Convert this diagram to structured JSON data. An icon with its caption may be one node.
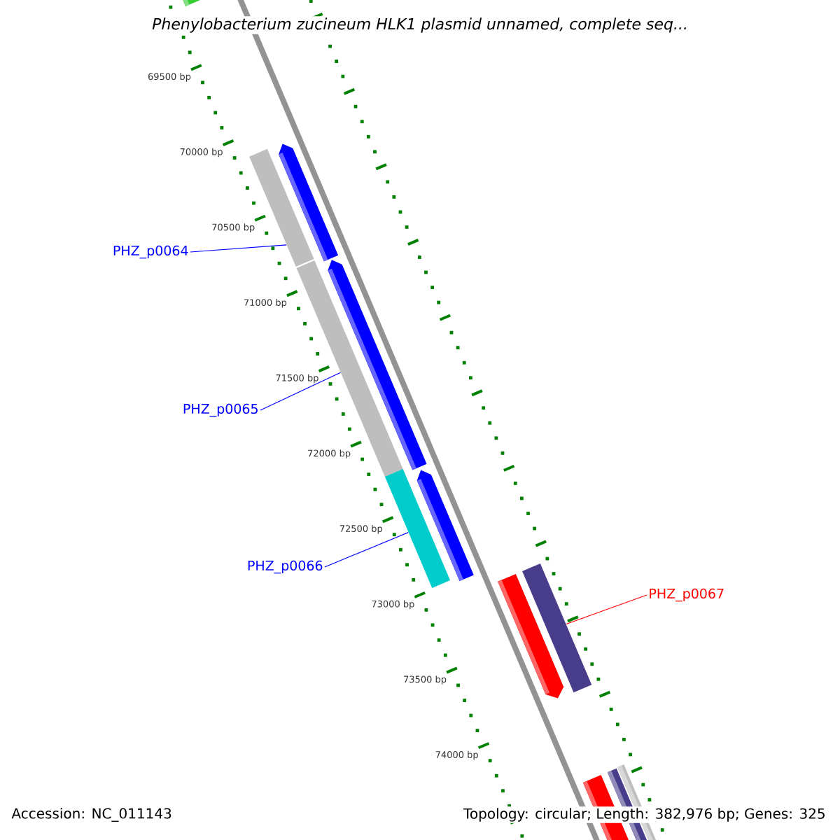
{
  "diagram": {
    "title": "Phenylobacterium zucineum HLK1 plasmid unnamed, complete seq...",
    "nodes": [
      {
        "text": [
          "PHZ_p0064"
        ]
      },
      {
        "text": [
          "PHZ_p0065"
        ]
      },
      {
        "text": [
          "PHZ_p0066"
        ]
      },
      {
        "text": [
          "PHZ_p0067"
        ]
      },
      {
        "text": [],
        "shape": "bar"
      },
      {
        "text": [],
        "shape": "bar"
      },
      {
        "text": [],
        "shape": "bar"
      },
      {
        "text": [],
        "shape": "bar"
      }
    ],
    "edges": [
      {
        "from": 0,
        "to": 4,
        "arrow": "none"
      },
      {
        "from": 1,
        "to": 5,
        "arrow": "none"
      },
      {
        "from": 2,
        "to": 6,
        "arrow": "none"
      },
      {
        "from": 3,
        "to": 7,
        "arrow": "none",
        "color": "#ff0000"
      }
    ],
    "labels": [
      "69500 bp",
      "70000 bp",
      "70500 bp",
      "71000 bp",
      "71500 bp",
      "72000 bp",
      "72500 bp",
      "73000 bp",
      "73500 bp",
      "74000 bp",
      "Accession: NC_011143",
      "Topology: circular; Length: 382,976 bp; Genes: 325"
    ]
  }
}
